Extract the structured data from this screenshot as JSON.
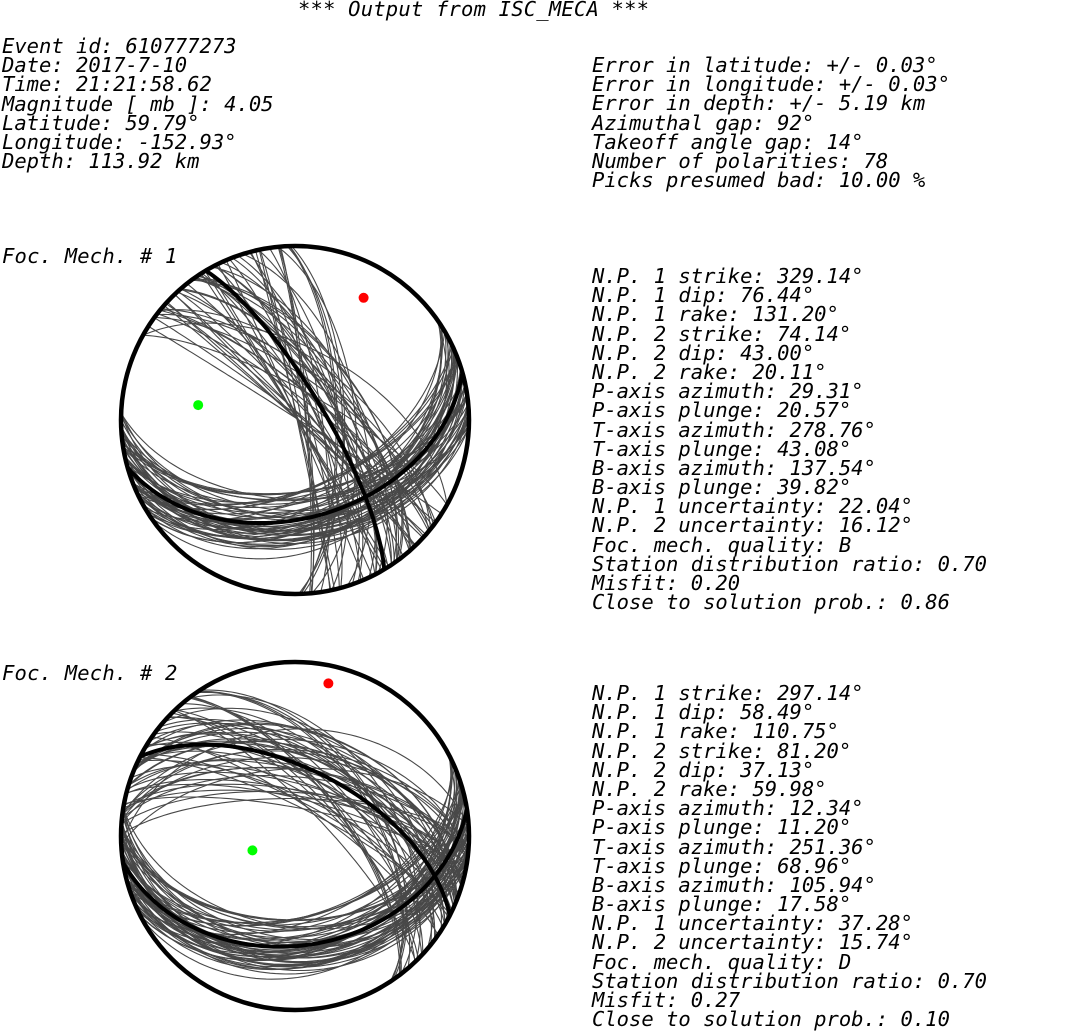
{
  "title": "*** Output from ISC_MECA ***",
  "event": {
    "lines": [
      "Event id: 610777273",
      "Date: 2017-7-10",
      "Time: 21:21:58.62",
      "Magnitude [ mb ]: 4.05",
      "Latitude: 59.79°",
      "Longitude: -152.93°",
      "Depth: 113.92 km"
    ],
    "errors": [
      "Error in latitude: +/- 0.03°",
      "Error in longitude: +/- 0.03°",
      "Error in depth: +/- 5.19 km",
      "Azimuthal gap: 92°",
      "Takeoff angle gap: 14°",
      "Number of polarities: 78",
      "Picks presumed bad: 10.00 %"
    ]
  },
  "mechanisms": [
    {
      "label": "Foc. Mech. # 1",
      "params": [
        "N.P. 1 strike: 329.14°",
        "N.P. 1 dip: 76.44°",
        "N.P. 1 rake: 131.20°",
        "N.P. 2 strike: 74.14°",
        "N.P. 2 dip: 43.00°",
        "N.P. 2 rake: 20.11°",
        "P-axis azimuth: 29.31°",
        "P-axis plunge: 20.57°",
        "T-axis azimuth: 278.76°",
        "T-axis plunge: 43.08°",
        "B-axis azimuth: 137.54°",
        "B-axis plunge: 39.82°",
        "N.P. 1 uncertainty: 22.04°",
        "N.P. 2 uncertainty: 16.12°",
        "Foc. mech. quality: B",
        "Station distribution ratio: 0.70",
        "Misfit: 0.20",
        "Close to solution prob.: 0.86"
      ],
      "strike1": 329.14,
      "dip1": 76.44,
      "strike2": 74.14,
      "dip2": 43.0,
      "p_axis": {
        "azimuth": 29.31,
        "plunge": 20.57
      },
      "t_axis": {
        "azimuth": 278.76,
        "plunge": 43.08
      }
    },
    {
      "label": "Foc. Mech. # 2",
      "params": [
        "N.P. 1 strike: 297.14°",
        "N.P. 1 dip: 58.49°",
        "N.P. 1 rake: 110.75°",
        "N.P. 2 strike: 81.20°",
        "N.P. 2 dip: 37.13°",
        "N.P. 2 rake: 59.98°",
        "P-axis azimuth: 12.34°",
        "P-axis plunge: 11.20°",
        "T-axis azimuth: 251.36°",
        "T-axis plunge: 68.96°",
        "B-axis azimuth: 105.94°",
        "B-axis plunge: 17.58°",
        "N.P. 1 uncertainty: 37.28°",
        "N.P. 2 uncertainty: 15.74°",
        "Foc. mech. quality: D",
        "Station distribution ratio: 0.70",
        "Misfit: 0.27",
        "Close to solution prob.: 0.10"
      ],
      "strike1": 297.14,
      "dip1": 58.49,
      "strike2": 81.2,
      "dip2": 37.13,
      "p_axis": {
        "azimuth": 12.34,
        "plunge": 11.2
      },
      "t_axis": {
        "azimuth": 251.36,
        "plunge": 68.96
      }
    }
  ],
  "colors": {
    "outline": "#000000",
    "uncertainty_planes": "#484848",
    "compression": "#000000",
    "dilatation": "#ffffff",
    "p_axis": "#ff0000",
    "t_axis": "#00ff00"
  }
}
